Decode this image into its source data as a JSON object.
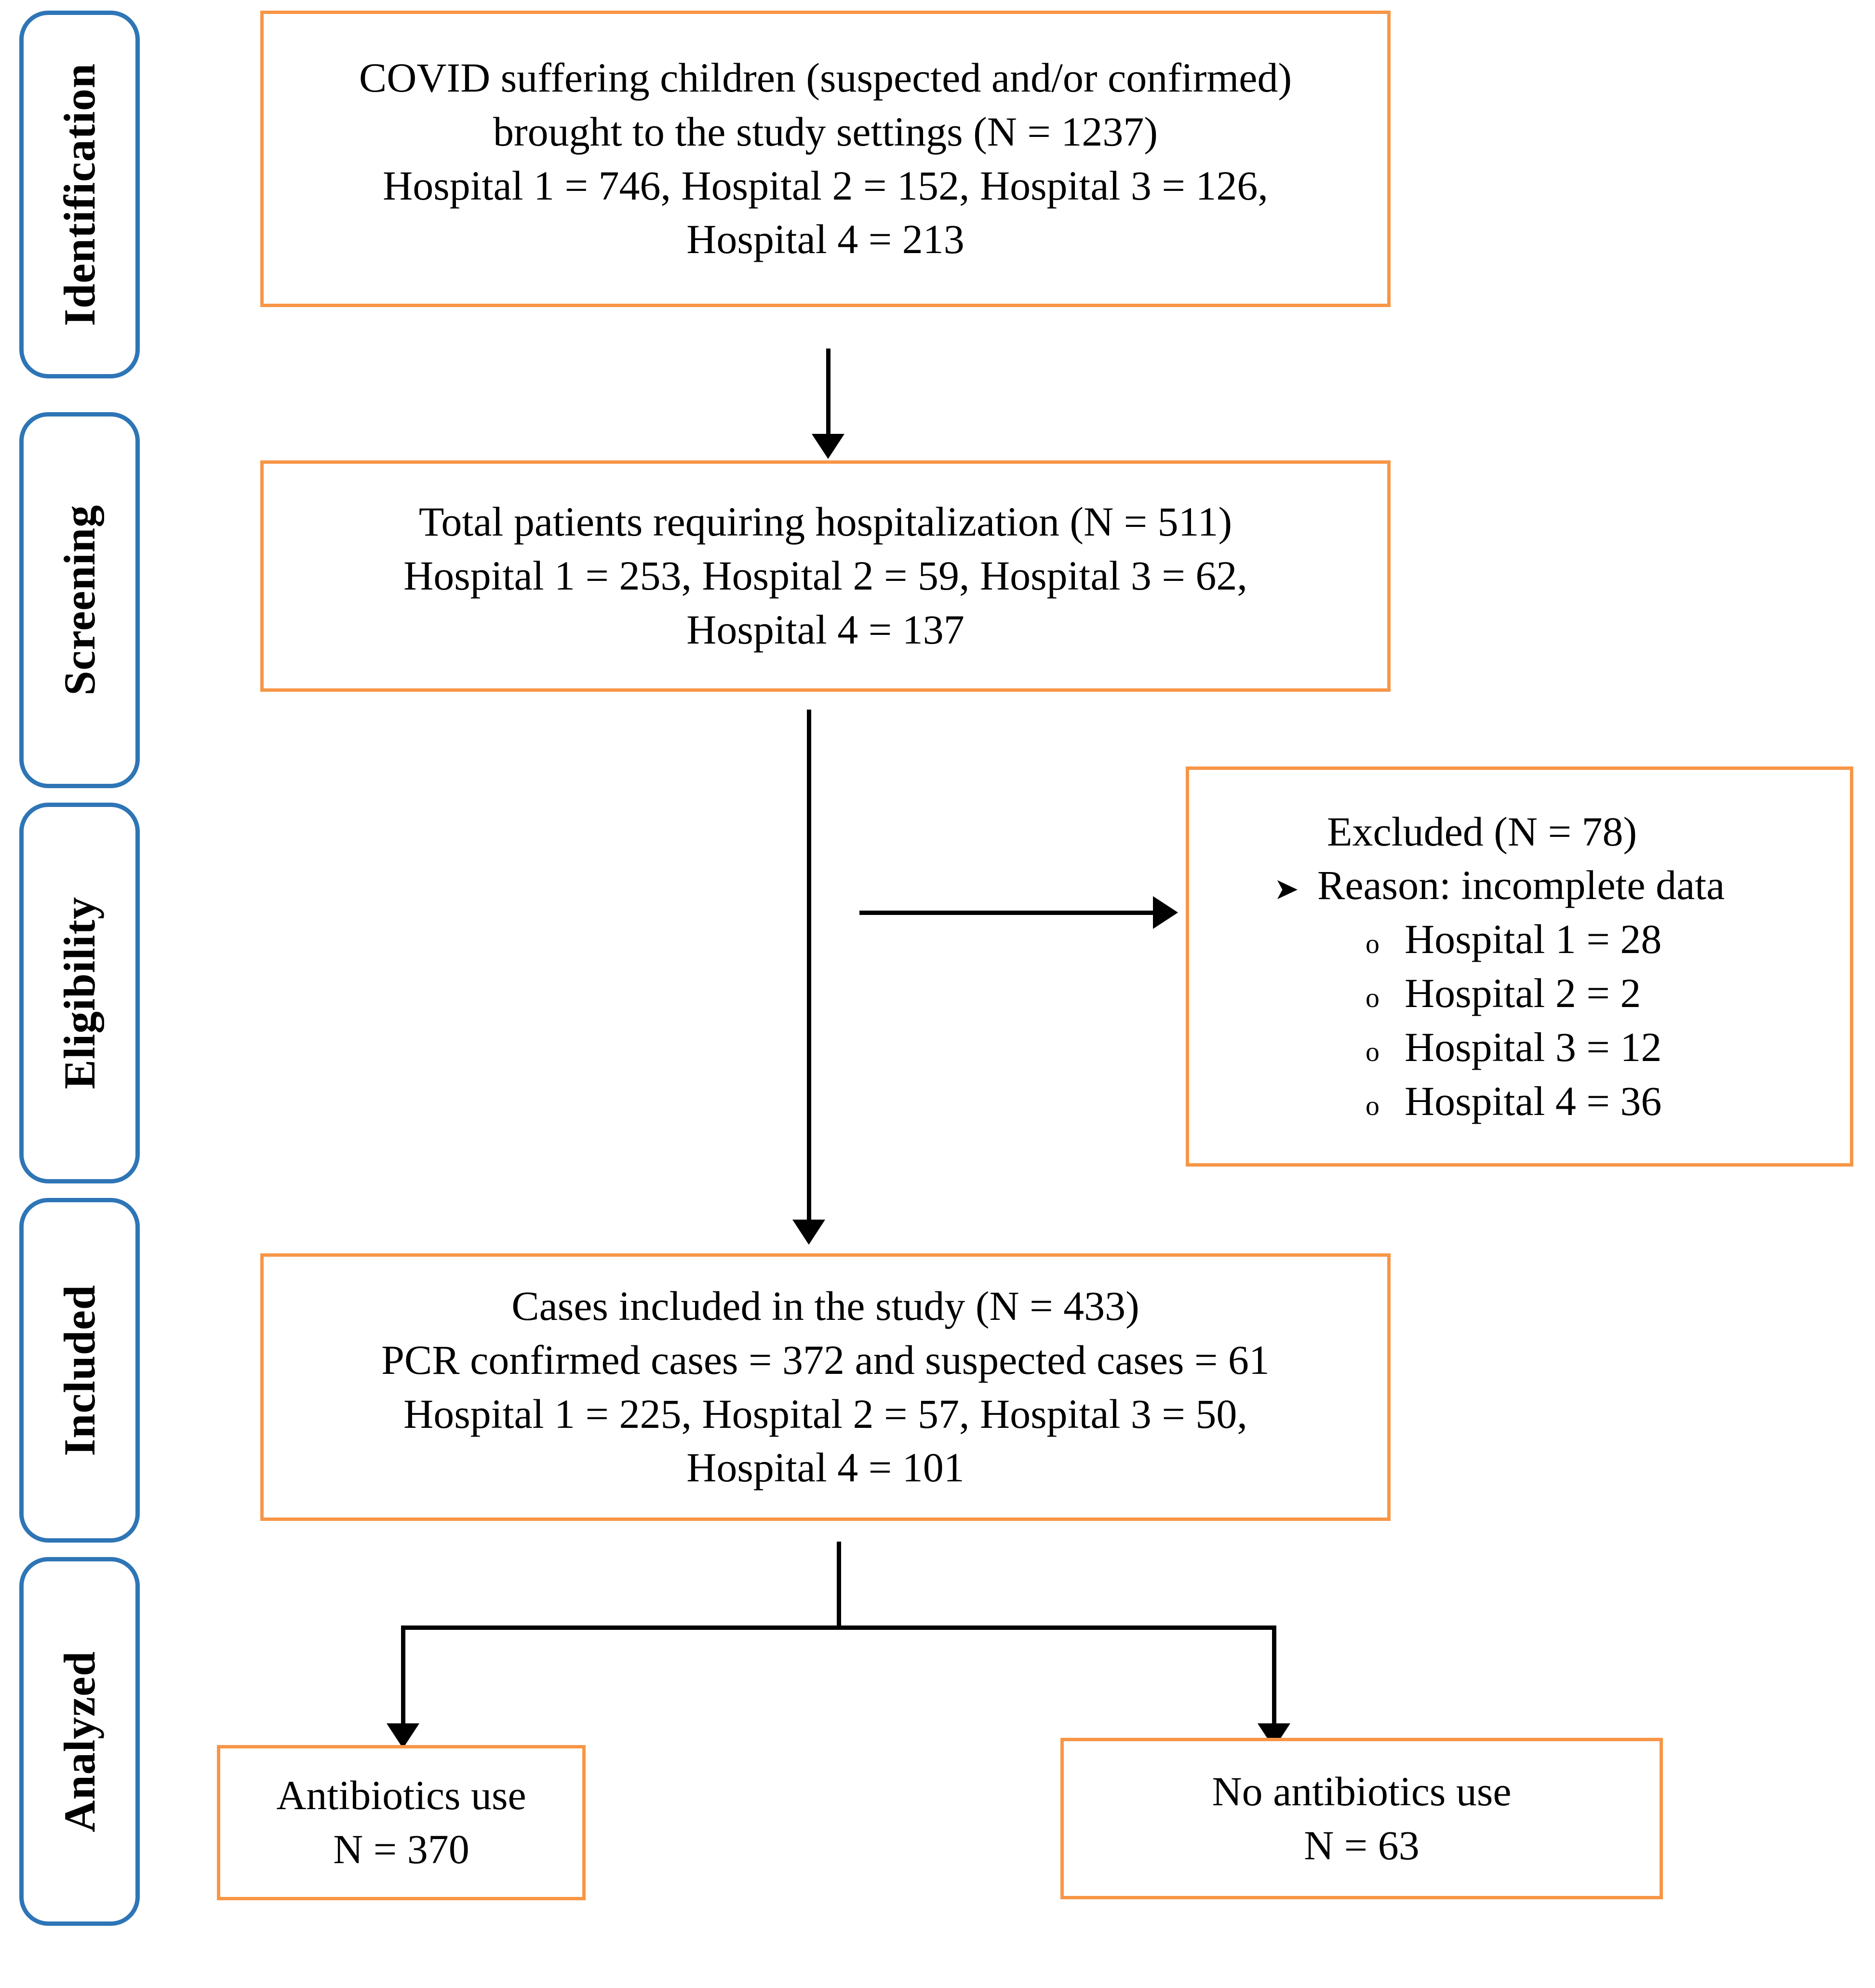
{
  "figure": {
    "type": "prisma-flow-diagram",
    "accent_orange": "#F79646",
    "accent_blue": "#2E75B6"
  },
  "stages": [
    {
      "id": "identification",
      "label": "Identification"
    },
    {
      "id": "screening",
      "label": "Screening"
    },
    {
      "id": "eligibility",
      "label": "Eligibility"
    },
    {
      "id": "included",
      "label": "Included"
    },
    {
      "id": "analyzed",
      "label": "Analyzed"
    }
  ],
  "boxes": {
    "identification": {
      "lines": [
        "COVID suffering children (suspected and/or confirmed)",
        "brought to the study settings (N = 1237)",
        "Hospital 1 = 746, Hospital 2 = 152, Hospital 3 = 126,",
        "Hospital 4 = 213"
      ]
    },
    "screening": {
      "lines": [
        "Total patients requiring hospitalization (N = 511)",
        "Hospital 1 = 253, Hospital 2 = 59, Hospital 3 = 62,",
        "Hospital 4 = 137"
      ]
    },
    "excluded": {
      "title": "Excluded (N = 78)",
      "reason_bullet": "➤",
      "reason": "Reason: incomplete data",
      "sub_bullet": "o",
      "sub_items": [
        "Hospital 1 = 28",
        "Hospital 2 = 2",
        "Hospital 3 = 12",
        "Hospital 4 = 36"
      ]
    },
    "included": {
      "lines": [
        "Cases included in the study (N = 433)",
        "PCR confirmed cases = 372 and suspected cases = 61",
        "Hospital 1 = 225, Hospital 2 = 57, Hospital 3 = 50,",
        "Hospital 4 = 101"
      ]
    },
    "antibiotics_use": {
      "lines": [
        "Antibiotics use",
        "N = 370"
      ]
    },
    "no_antibiotics_use": {
      "lines": [
        "No antibiotics use",
        "N = 63"
      ]
    }
  },
  "chart_data": {
    "type": "flowchart",
    "title": "PRISMA-style study selection flow diagram",
    "nodes": [
      {
        "id": "identification",
        "stage": "Identification",
        "n": 1237,
        "label": "COVID suffering children (suspected and/or confirmed) brought to the study settings",
        "breakdown": {
          "Hospital 1": 746,
          "Hospital 2": 152,
          "Hospital 3": 126,
          "Hospital 4": 213
        }
      },
      {
        "id": "screening",
        "stage": "Screening",
        "n": 511,
        "label": "Total patients requiring hospitalization",
        "breakdown": {
          "Hospital 1": 253,
          "Hospital 2": 59,
          "Hospital 3": 62,
          "Hospital 4": 137
        }
      },
      {
        "id": "excluded",
        "stage": "Eligibility",
        "n": 78,
        "label": "Excluded - Reason: incomplete data",
        "breakdown": {
          "Hospital 1": 28,
          "Hospital 2": 2,
          "Hospital 3": 12,
          "Hospital 4": 36
        }
      },
      {
        "id": "included",
        "stage": "Included",
        "n": 433,
        "label": "Cases included in the study",
        "pcr_confirmed_cases": 372,
        "suspected_cases": 61,
        "breakdown": {
          "Hospital 1": 225,
          "Hospital 2": 57,
          "Hospital 3": 50,
          "Hospital 4": 101
        }
      },
      {
        "id": "antibiotics_use",
        "stage": "Analyzed",
        "n": 370,
        "label": "Antibiotics use"
      },
      {
        "id": "no_antibiotics_use",
        "stage": "Analyzed",
        "n": 63,
        "label": "No antibiotics use"
      }
    ],
    "edges": [
      {
        "from": "identification",
        "to": "screening"
      },
      {
        "from": "screening",
        "to": "excluded"
      },
      {
        "from": "screening",
        "to": "included"
      },
      {
        "from": "included",
        "to": "antibiotics_use"
      },
      {
        "from": "included",
        "to": "no_antibiotics_use"
      }
    ]
  }
}
